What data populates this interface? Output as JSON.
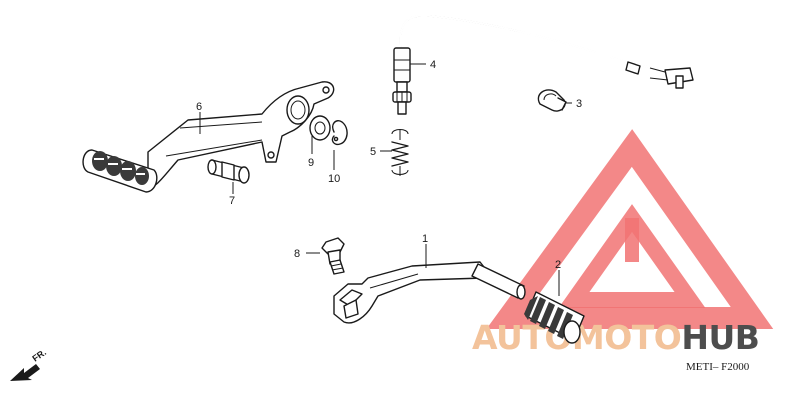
{
  "parts": [
    {
      "number": "1",
      "name": "change-pedal"
    },
    {
      "number": "2",
      "name": "change-pedal-rubber"
    },
    {
      "number": "3",
      "name": "clamp"
    },
    {
      "number": "4",
      "name": "stop-switch-cable"
    },
    {
      "number": "5",
      "name": "spring"
    },
    {
      "number": "6",
      "name": "brake-pedal"
    },
    {
      "number": "7",
      "name": "pivot-collar"
    },
    {
      "number": "8",
      "name": "bolt"
    },
    {
      "number": "9",
      "name": "washer"
    },
    {
      "number": "10",
      "name": "circlip"
    }
  ],
  "direction_label": "FR.",
  "diagram_code": "METI– F2000",
  "watermark": {
    "text_part1": "AUTO",
    "text_part2": "MOTO",
    "text_part3": "HUB",
    "color_accent": "#f1b98a",
    "color_red": "#ef5a5a",
    "color_dark": "#2e2e2e"
  }
}
